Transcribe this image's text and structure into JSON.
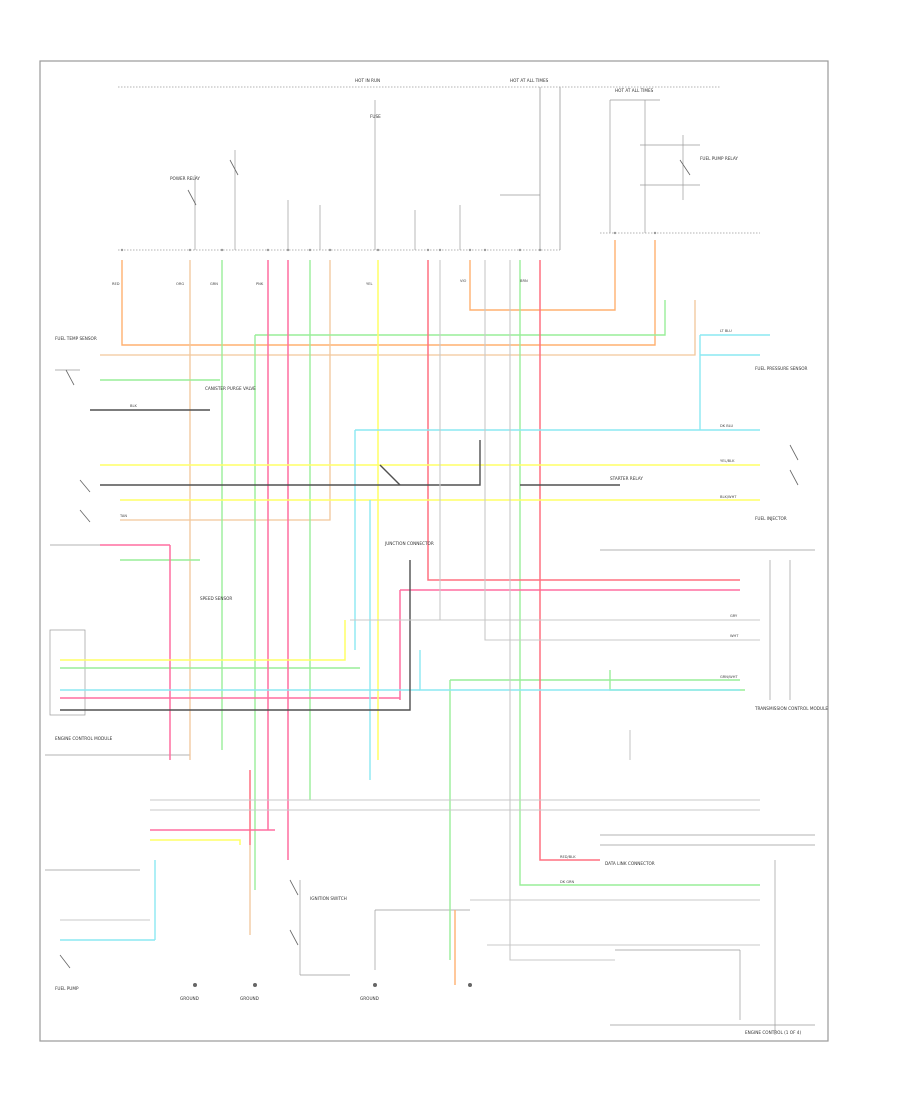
{
  "diagram": {
    "footer_label": "ENGINE CONTROL (1 OF 4)",
    "colors": {
      "orange": "#ffb070",
      "green": "#99ee99",
      "pink": "#ff6fa0",
      "yellow": "#ffff66",
      "cyan": "#8ce8f2",
      "tan": "#f2c79a",
      "red": "#ff7080",
      "gray": "#c8c8c8",
      "black": "#505050",
      "frame": "#9a9a9a"
    },
    "fuse_block_labels": [
      "HOT IN RUN",
      "HOT AT ALL TIMES",
      "HOT AT ALL TIMES"
    ],
    "component_labels": [
      "FUSE",
      "POWER RELAY",
      "FUEL PUMP RELAY",
      "IGNITION SWITCH",
      "ENGINE CONTROL MODULE",
      "FUEL PRESSURE SENSOR",
      "FUEL TEMP SENSOR",
      "CANISTER PURGE VALVE",
      "FUEL PUMP",
      "JUNCTION CONNECTOR",
      "DATA LINK CONNECTOR",
      "FUEL INJECTOR",
      "SPEED SENSOR",
      "TRANSMISSION CONTROL MODULE",
      "STARTER RELAY",
      "GROUND",
      "GROUND",
      "GROUND"
    ],
    "wire_labels": [
      "RED",
      "ORG",
      "GRN",
      "PNK",
      "YEL",
      "LT BLU",
      "BLK",
      "TAN",
      "GRY",
      "WHT",
      "BRN",
      "VIO",
      "DK GRN",
      "DK BLU",
      "RED/BLK",
      "YEL/BLK",
      "GRN/WHT",
      "BLK/WHT"
    ]
  }
}
